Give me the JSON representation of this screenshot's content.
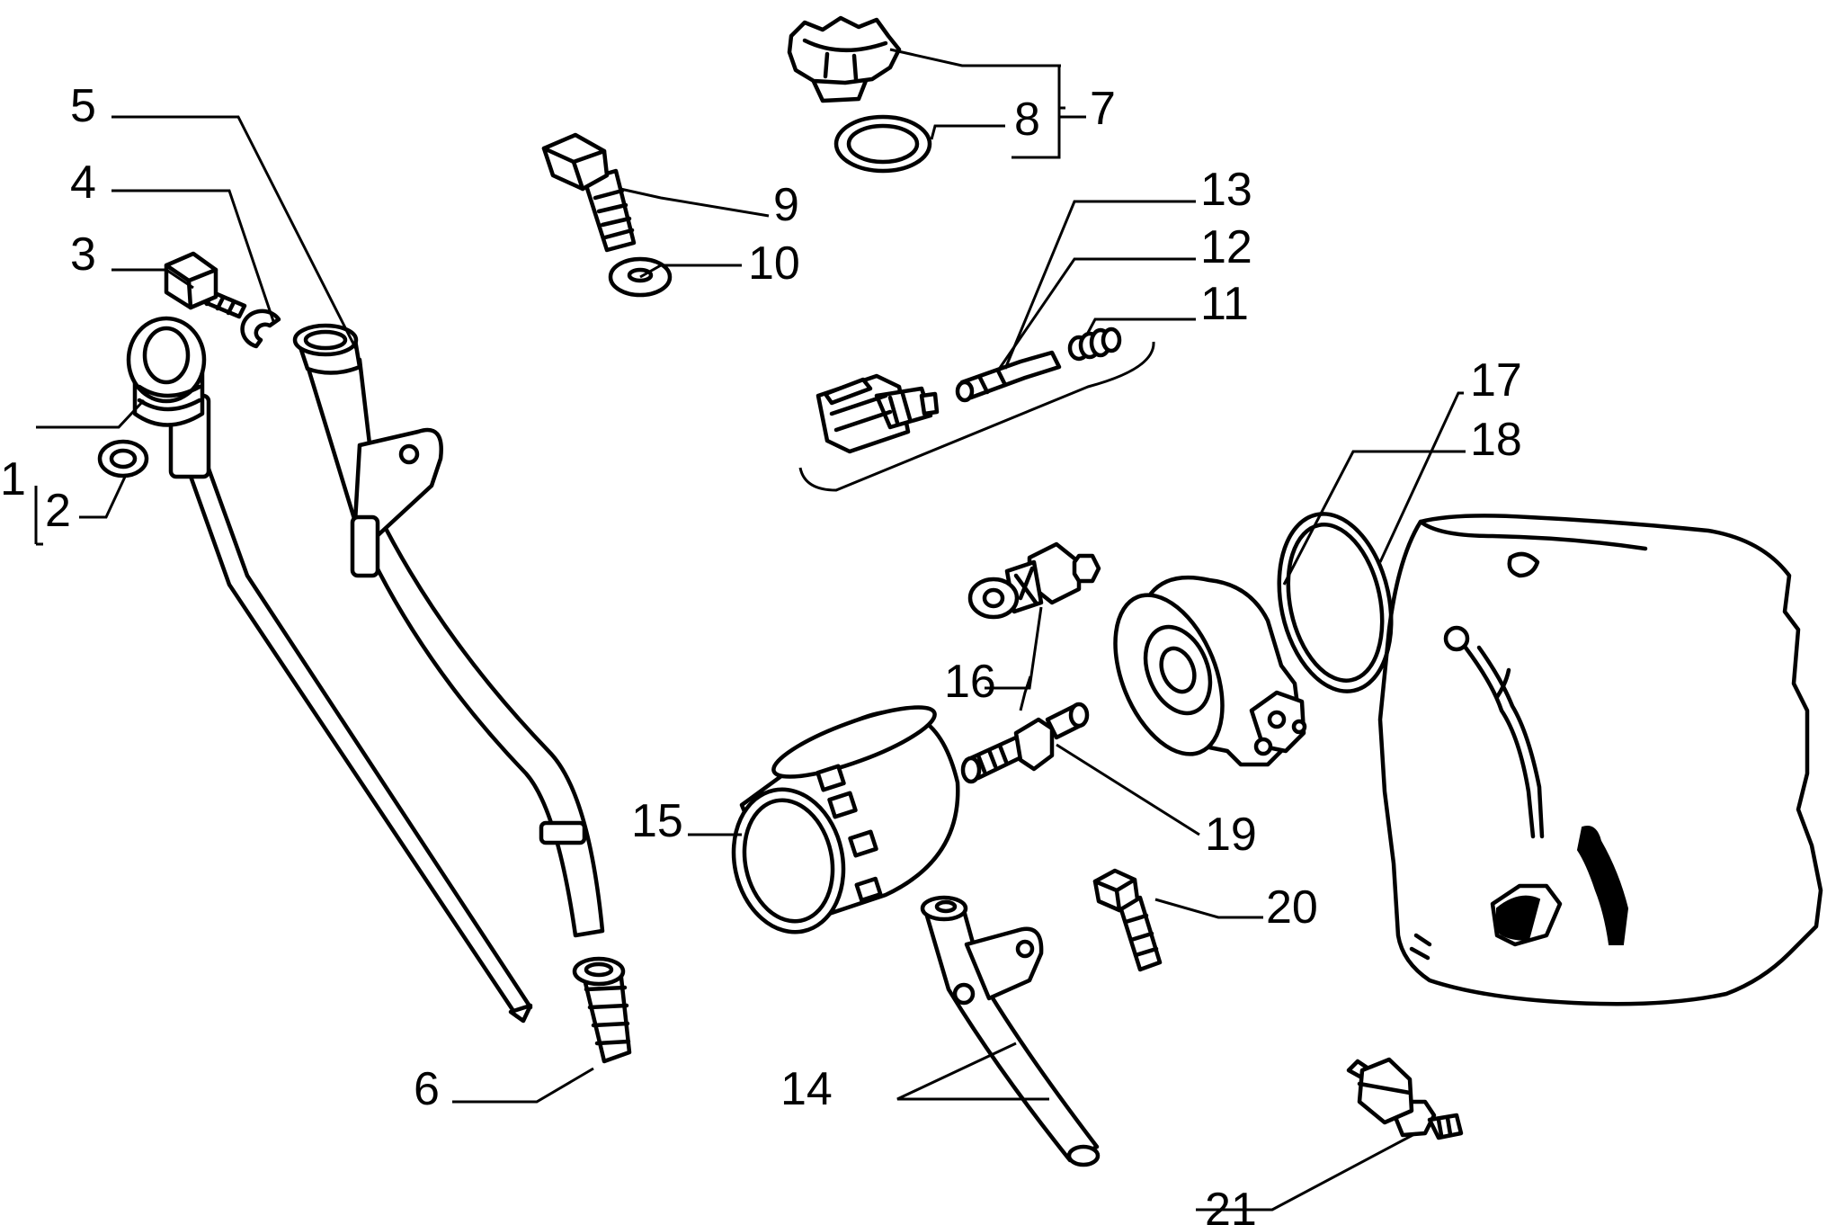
{
  "labels": {
    "l1": "1",
    "l2": "2",
    "l3": "3",
    "l4": "4",
    "l5": "5",
    "l6": "6",
    "l7": "7",
    "l8": "8",
    "l9": "9",
    "l10": "10",
    "l11": "11",
    "l12": "12",
    "l13": "13",
    "l14": "14",
    "l15": "15",
    "l16": "16",
    "l17": "17",
    "l18": "18",
    "l19": "19",
    "l20": "20",
    "l21": "21"
  },
  "colors": {
    "ink": "#000000",
    "paper": "#ffffff"
  }
}
